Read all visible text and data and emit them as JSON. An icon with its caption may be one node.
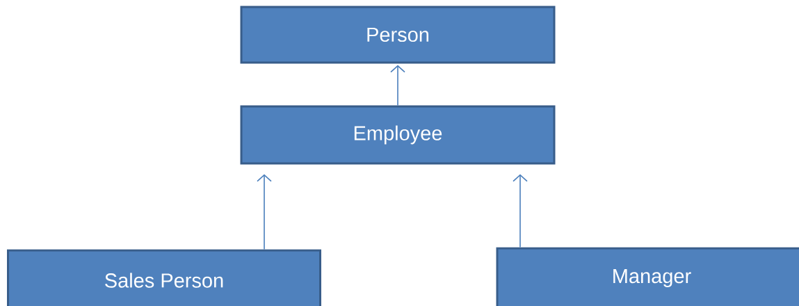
{
  "diagram": {
    "nodes": [
      {
        "text": [
          "Person"
        ]
      },
      {
        "text": [
          "Employee"
        ]
      },
      {
        "text": [
          "Sales Person"
        ]
      },
      {
        "text": [
          "Manager"
        ]
      }
    ],
    "edges": [
      {
        "from": 1,
        "to": 0,
        "arrow": "to"
      },
      {
        "from": 2,
        "to": 1,
        "arrow": "to"
      },
      {
        "from": 3,
        "to": 1,
        "arrow": "to"
      }
    ]
  }
}
